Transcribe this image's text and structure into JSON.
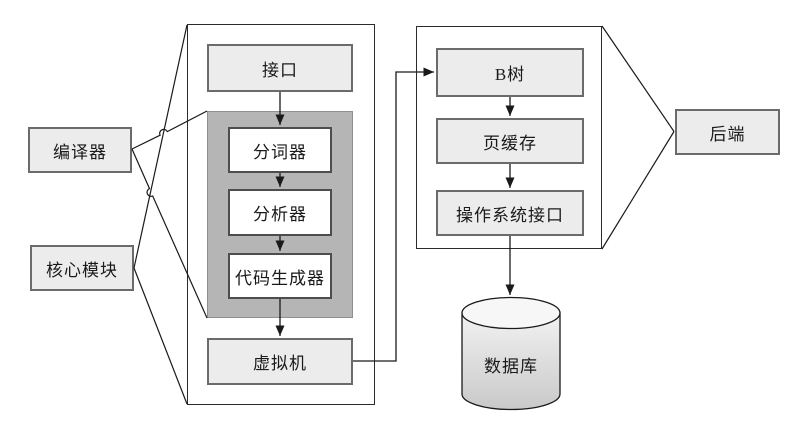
{
  "diagram": {
    "nodes": {
      "compiler": "编译器",
      "core_module": "核心模块",
      "interface": "接口",
      "tokenizer": "分词器",
      "parser": "分析器",
      "code_generator": "代码生成器",
      "virtual_machine": "虚拟机",
      "btree": "B树",
      "page_cache": "页缓存",
      "os_interface": "操作系统接口",
      "backend": "后端",
      "database": "数据库"
    },
    "colors": {
      "background": "#ffffff",
      "box_fill": "#ececec",
      "box_border": "#6b6b6b",
      "inner_box_fill": "#ffffff",
      "inner_box_border": "#4d4d4d",
      "group_fill": "#b5b5b5",
      "group_border": "#8f8f8f",
      "container_border": "#2b2b2b",
      "line": "#1a1a1a",
      "cylinder_top_fill": "#f7f7f7",
      "cylinder_gradient_top": "#f2f2f2",
      "cylinder_gradient_bottom": "#c9c9c9"
    }
  }
}
